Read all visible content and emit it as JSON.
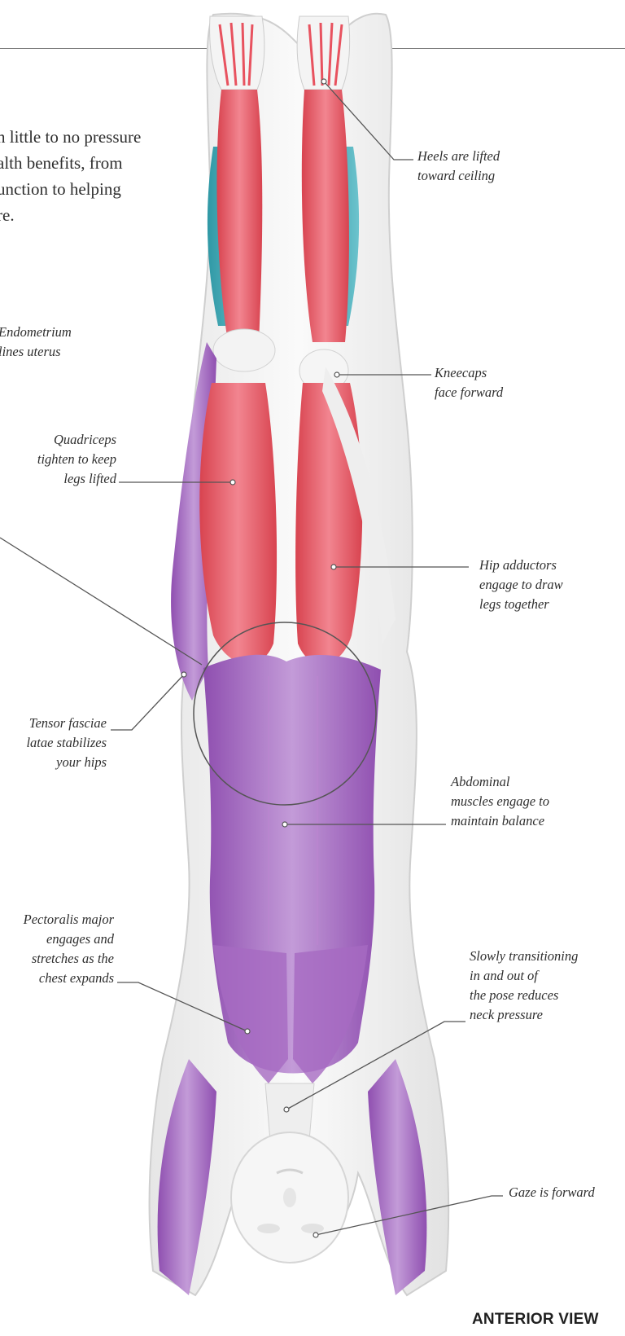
{
  "intro_text": "n little to no pressure\nalth benefits, from\nunction to helping\nre.",
  "labels": {
    "heels": "Heels are lifted\ntoward ceiling",
    "endometrium": "Endometrium\nlines uterus",
    "kneecaps": "Kneecaps\nface forward",
    "quadriceps": "Quadriceps\ntighten to keep\nlegs lifted",
    "hip_adductors": "Hip adductors\nengage to draw\nlegs together",
    "tensor_fasciae": "Tensor fasciae\nlatae stabilizes\nyour hips",
    "abdominal": "Abdominal\nmuscles engage to\nmaintain balance",
    "pectoralis": "Pectoralis major\nengages and\nstretches as the\nchest expands",
    "neck": "Slowly transitioning\nin and out of\nthe pose reduces\nneck pressure",
    "gaze": "Gaze is forward"
  },
  "view_label": "ANTERIOR VIEW",
  "colors": {
    "muscle_red": "#e8525f",
    "muscle_purple": "#9b59b6",
    "muscle_blue": "#3fa9b5",
    "bone": "#f2f2f2",
    "leader_line": "#555555"
  }
}
